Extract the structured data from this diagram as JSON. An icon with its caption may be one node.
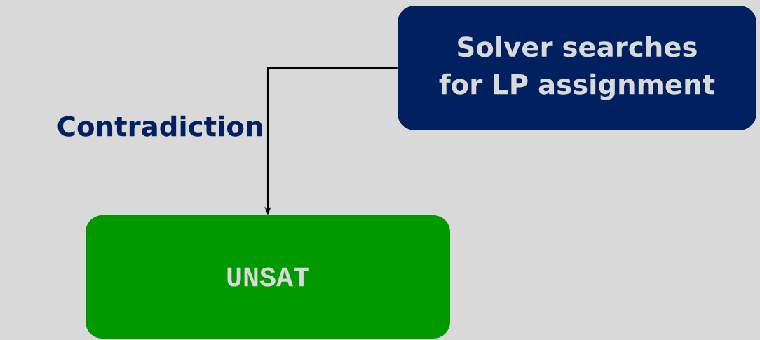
{
  "diagram": {
    "nodes": [
      {
        "text": [
          "Solver searches for LP assignment"
        ]
      },
      {
        "text": [
          "UNSAT"
        ]
      }
    ],
    "edges": [
      {
        "from": 0,
        "to": 1,
        "arrow": "to",
        "label": "Contradiction"
      }
    ]
  }
}
